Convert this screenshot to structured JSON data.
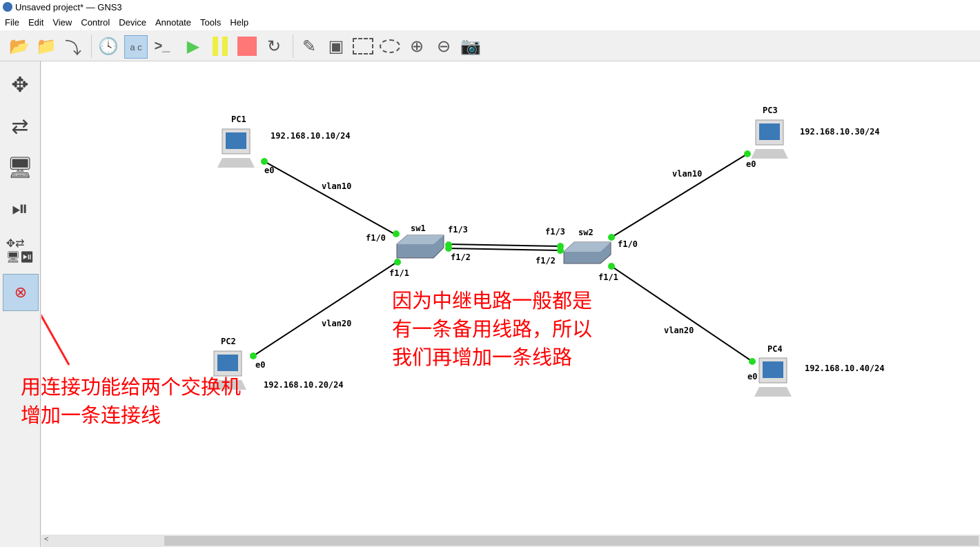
{
  "window": {
    "title": "Unsaved project* — GNS3"
  },
  "menu": [
    "File",
    "Edit",
    "View",
    "Control",
    "Device",
    "Annotate",
    "Tools",
    "Help"
  ],
  "toolbar": [
    "open-new-project",
    "open-project",
    "save-project",
    "snapshot",
    "show-interface-labels",
    "console-all",
    "start-all",
    "suspend-all",
    "stop-all",
    "reload-all",
    "add-note",
    "insert-image",
    "draw-rectangle",
    "draw-ellipse",
    "zoom-in",
    "zoom-out",
    "screenshot"
  ],
  "sidebar": [
    "routers",
    "switches",
    "end-devices",
    "security-devices",
    "all-devices",
    "add-link"
  ],
  "nodes": {
    "pc1": {
      "name": "PC1",
      "ip": "192.168.10.10/24",
      "port": "e0"
    },
    "pc2": {
      "name": "PC2",
      "ip": "192.168.10.20/24",
      "port": "e0"
    },
    "pc3": {
      "name": "PC3",
      "ip": "192.168.10.30/24",
      "port": "e0"
    },
    "pc4": {
      "name": "PC4",
      "ip": "192.168.10.40/24",
      "port": "e0"
    },
    "sw1": {
      "name": "sw1",
      "p0": "f1/0",
      "p1": "f1/1",
      "p2": "f1/2",
      "p3": "f1/3"
    },
    "sw2": {
      "name": "sw2",
      "p0": "f1/0",
      "p1": "f1/1",
      "p2": "f1/2",
      "p3": "f1/3"
    }
  },
  "links": {
    "v10a": "vlan10",
    "v20a": "vlan20",
    "v10b": "vlan10",
    "v20b": "vlan20"
  },
  "annotations": {
    "center": [
      "因为中继电路一般都是",
      "有一条备用线路，所以",
      "我们再增加一条线路"
    ],
    "left": [
      "用连接功能给两个交换机",
      "增加一条连接线"
    ]
  },
  "colors": {
    "annotation": "#ff0000",
    "port": "#22dd22"
  }
}
